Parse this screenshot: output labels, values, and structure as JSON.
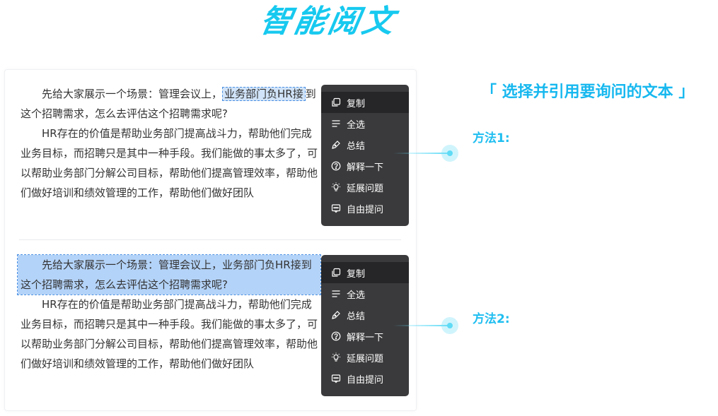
{
  "title": "智能阅文",
  "header": "「 选择并引用要询问的文本 」",
  "methods": [
    "方法1:",
    "方法2:"
  ],
  "paragraph1": {
    "line1_prefix": "先给大家展示一个场景：管理会议上，",
    "selected": "业务部门负HR接",
    "line1_suffix": "到这个招聘需求，怎么去评估这个招聘需求呢?",
    "full": "先给大家展示一个场景：管理会议上，业务部门负HR接到这个招聘需求，怎么去评估这个招聘需求呢?"
  },
  "paragraph2": "HR存在的价值是帮助业务部门提高战斗力，帮助他们完成业务目标，而招聘只是其中一种手段。我们能做的事太多了，可以帮助业务部门分解公司目标，帮助他们提高管理效率，帮助他们做好培训和绩效管理的工作，帮助他们做好团队",
  "menu": {
    "items": [
      {
        "label": "复制",
        "icon": "copy-icon"
      },
      {
        "label": "全选",
        "icon": "select-all-icon"
      },
      {
        "label": "总结",
        "icon": "pen-icon"
      },
      {
        "label": "解释一下",
        "icon": "question-icon"
      },
      {
        "label": "延展问题",
        "icon": "bulb-icon"
      },
      {
        "label": "自由提问",
        "icon": "chat-icon"
      }
    ]
  },
  "colors": {
    "accent": "#17c9ef",
    "menu_bg": "#3a3a3c",
    "highlight": "#b4d3f8"
  }
}
